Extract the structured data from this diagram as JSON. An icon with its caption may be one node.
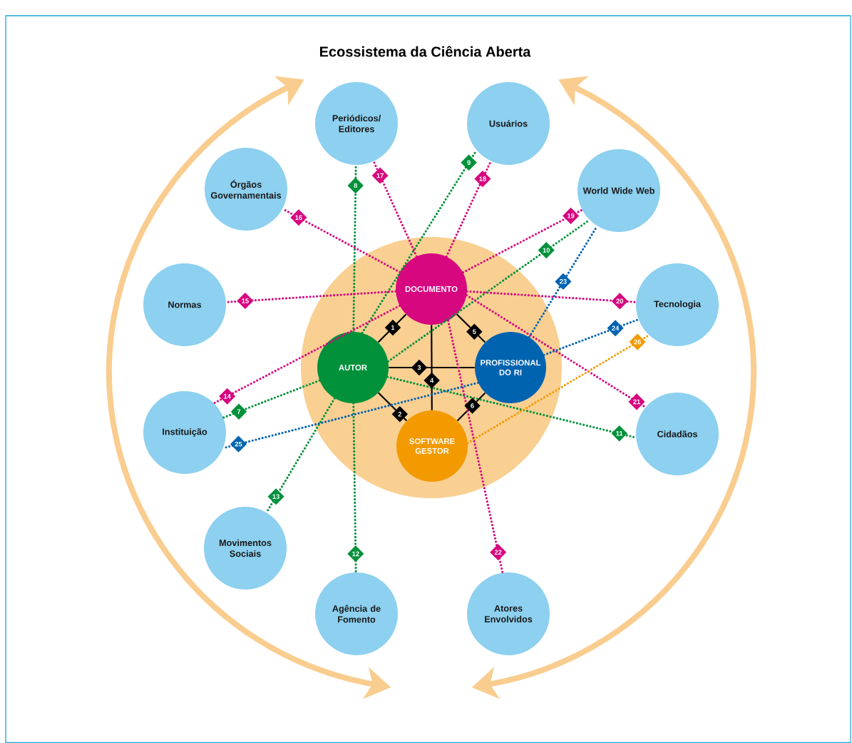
{
  "diagram": {
    "title": "Ecossistema da Ciência Aberta",
    "nodes": [
      {
        "text": [],
        "shape": "circle"
      },
      {
        "text": [
          "DOCUMENTO"
        ],
        "in": 0
      },
      {
        "text": [
          "AUTOR"
        ],
        "in": 0
      },
      {
        "text": [
          "PROFISSIONAL DO RI"
        ],
        "in": 0
      },
      {
        "text": [
          "SOFTWARE GESTOR"
        ],
        "in": 0
      },
      {
        "text": [
          "Periódicos/ Editores"
        ]
      },
      {
        "text": [
          "Usuários"
        ]
      },
      {
        "text": [
          "Órgãos Governamentais"
        ]
      },
      {
        "text": [
          "World Wide Web"
        ]
      },
      {
        "text": [
          "Normas"
        ]
      },
      {
        "text": [
          "Tecnologia"
        ]
      },
      {
        "text": [
          "Instituição"
        ]
      },
      {
        "text": [
          "Cidadãos"
        ]
      },
      {
        "text": [
          "Movimentos Sociais"
        ]
      },
      {
        "text": [
          "Agência de Fomento"
        ]
      },
      {
        "text": [
          "Atores Envolvidos"
        ]
      }
    ],
    "edges": [
      {
        "from": 2,
        "to": 1,
        "arrow": "none",
        "label": "1",
        "color": "#000000"
      },
      {
        "from": 2,
        "to": 4,
        "arrow": "none",
        "label": "2",
        "color": "#000000"
      },
      {
        "from": 2,
        "to": 3,
        "arrow": "none",
        "label": "3",
        "color": "#000000"
      },
      {
        "from": 1,
        "to": 4,
        "arrow": "none",
        "label": "4",
        "color": "#000000"
      },
      {
        "from": 1,
        "to": 3,
        "arrow": "none",
        "label": "5",
        "color": "#000000"
      },
      {
        "from": 3,
        "to": 4,
        "arrow": "none",
        "label": "6",
        "color": "#000000"
      },
      {
        "from": 2,
        "to": 11,
        "arrow": "none",
        "label": "7",
        "style": "dashed",
        "color": "#00913a"
      },
      {
        "from": 2,
        "to": 5,
        "arrow": "none",
        "label": "8",
        "style": "dashed",
        "color": "#00913a"
      },
      {
        "from": 2,
        "to": 6,
        "arrow": "none",
        "label": "9",
        "style": "dashed",
        "color": "#00913a"
      },
      {
        "from": 2,
        "to": 8,
        "arrow": "none",
        "label": "10",
        "style": "dashed",
        "color": "#00913a"
      },
      {
        "from": 2,
        "to": 12,
        "arrow": "none",
        "label": "11",
        "style": "dashed",
        "color": "#00913a"
      },
      {
        "from": 2,
        "to": 14,
        "arrow": "none",
        "label": "12",
        "style": "dashed",
        "color": "#00913a"
      },
      {
        "from": 2,
        "to": 13,
        "arrow": "none",
        "label": "13",
        "style": "dashed",
        "color": "#00913a"
      },
      {
        "from": 1,
        "to": 11,
        "arrow": "none",
        "label": "14",
        "style": "dashed"
      },
      {
        "from": 1,
        "to": 9,
        "arrow": "none",
        "label": "15",
        "style": "dashed"
      },
      {
        "from": 1,
        "to": 7,
        "arrow": "none",
        "label": "16",
        "style": "dashed"
      },
      {
        "from": 1,
        "to": 5,
        "arrow": "none",
        "label": "17",
        "style": "dashed"
      },
      {
        "from": 1,
        "to": 6,
        "arrow": "none",
        "label": "18",
        "style": "dashed"
      },
      {
        "from": 1,
        "to": 8,
        "arrow": "none",
        "label": "19",
        "style": "dashed"
      },
      {
        "from": 1,
        "to": 10,
        "arrow": "none",
        "label": "20",
        "style": "dashed"
      },
      {
        "from": 1,
        "to": 12,
        "arrow": "none",
        "label": "21",
        "style": "dashed"
      },
      {
        "from": 1,
        "to": 15,
        "arrow": "none",
        "label": "22",
        "style": "dashed"
      },
      {
        "from": 3,
        "to": 8,
        "arrow": "none",
        "label": "23",
        "style": "dashed",
        "color": "#0063b0"
      },
      {
        "from": 3,
        "to": 10,
        "arrow": "none",
        "label": "24",
        "style": "dashed",
        "color": "#0063b0"
      },
      {
        "from": 3,
        "to": 11,
        "arrow": "none",
        "label": "25",
        "style": "dashed",
        "color": "#0063b0"
      },
      {
        "from": 4,
        "to": 10,
        "arrow": "none",
        "label": "26",
        "style": "dashed",
        "color": "#f39a00"
      }
    ]
  }
}
